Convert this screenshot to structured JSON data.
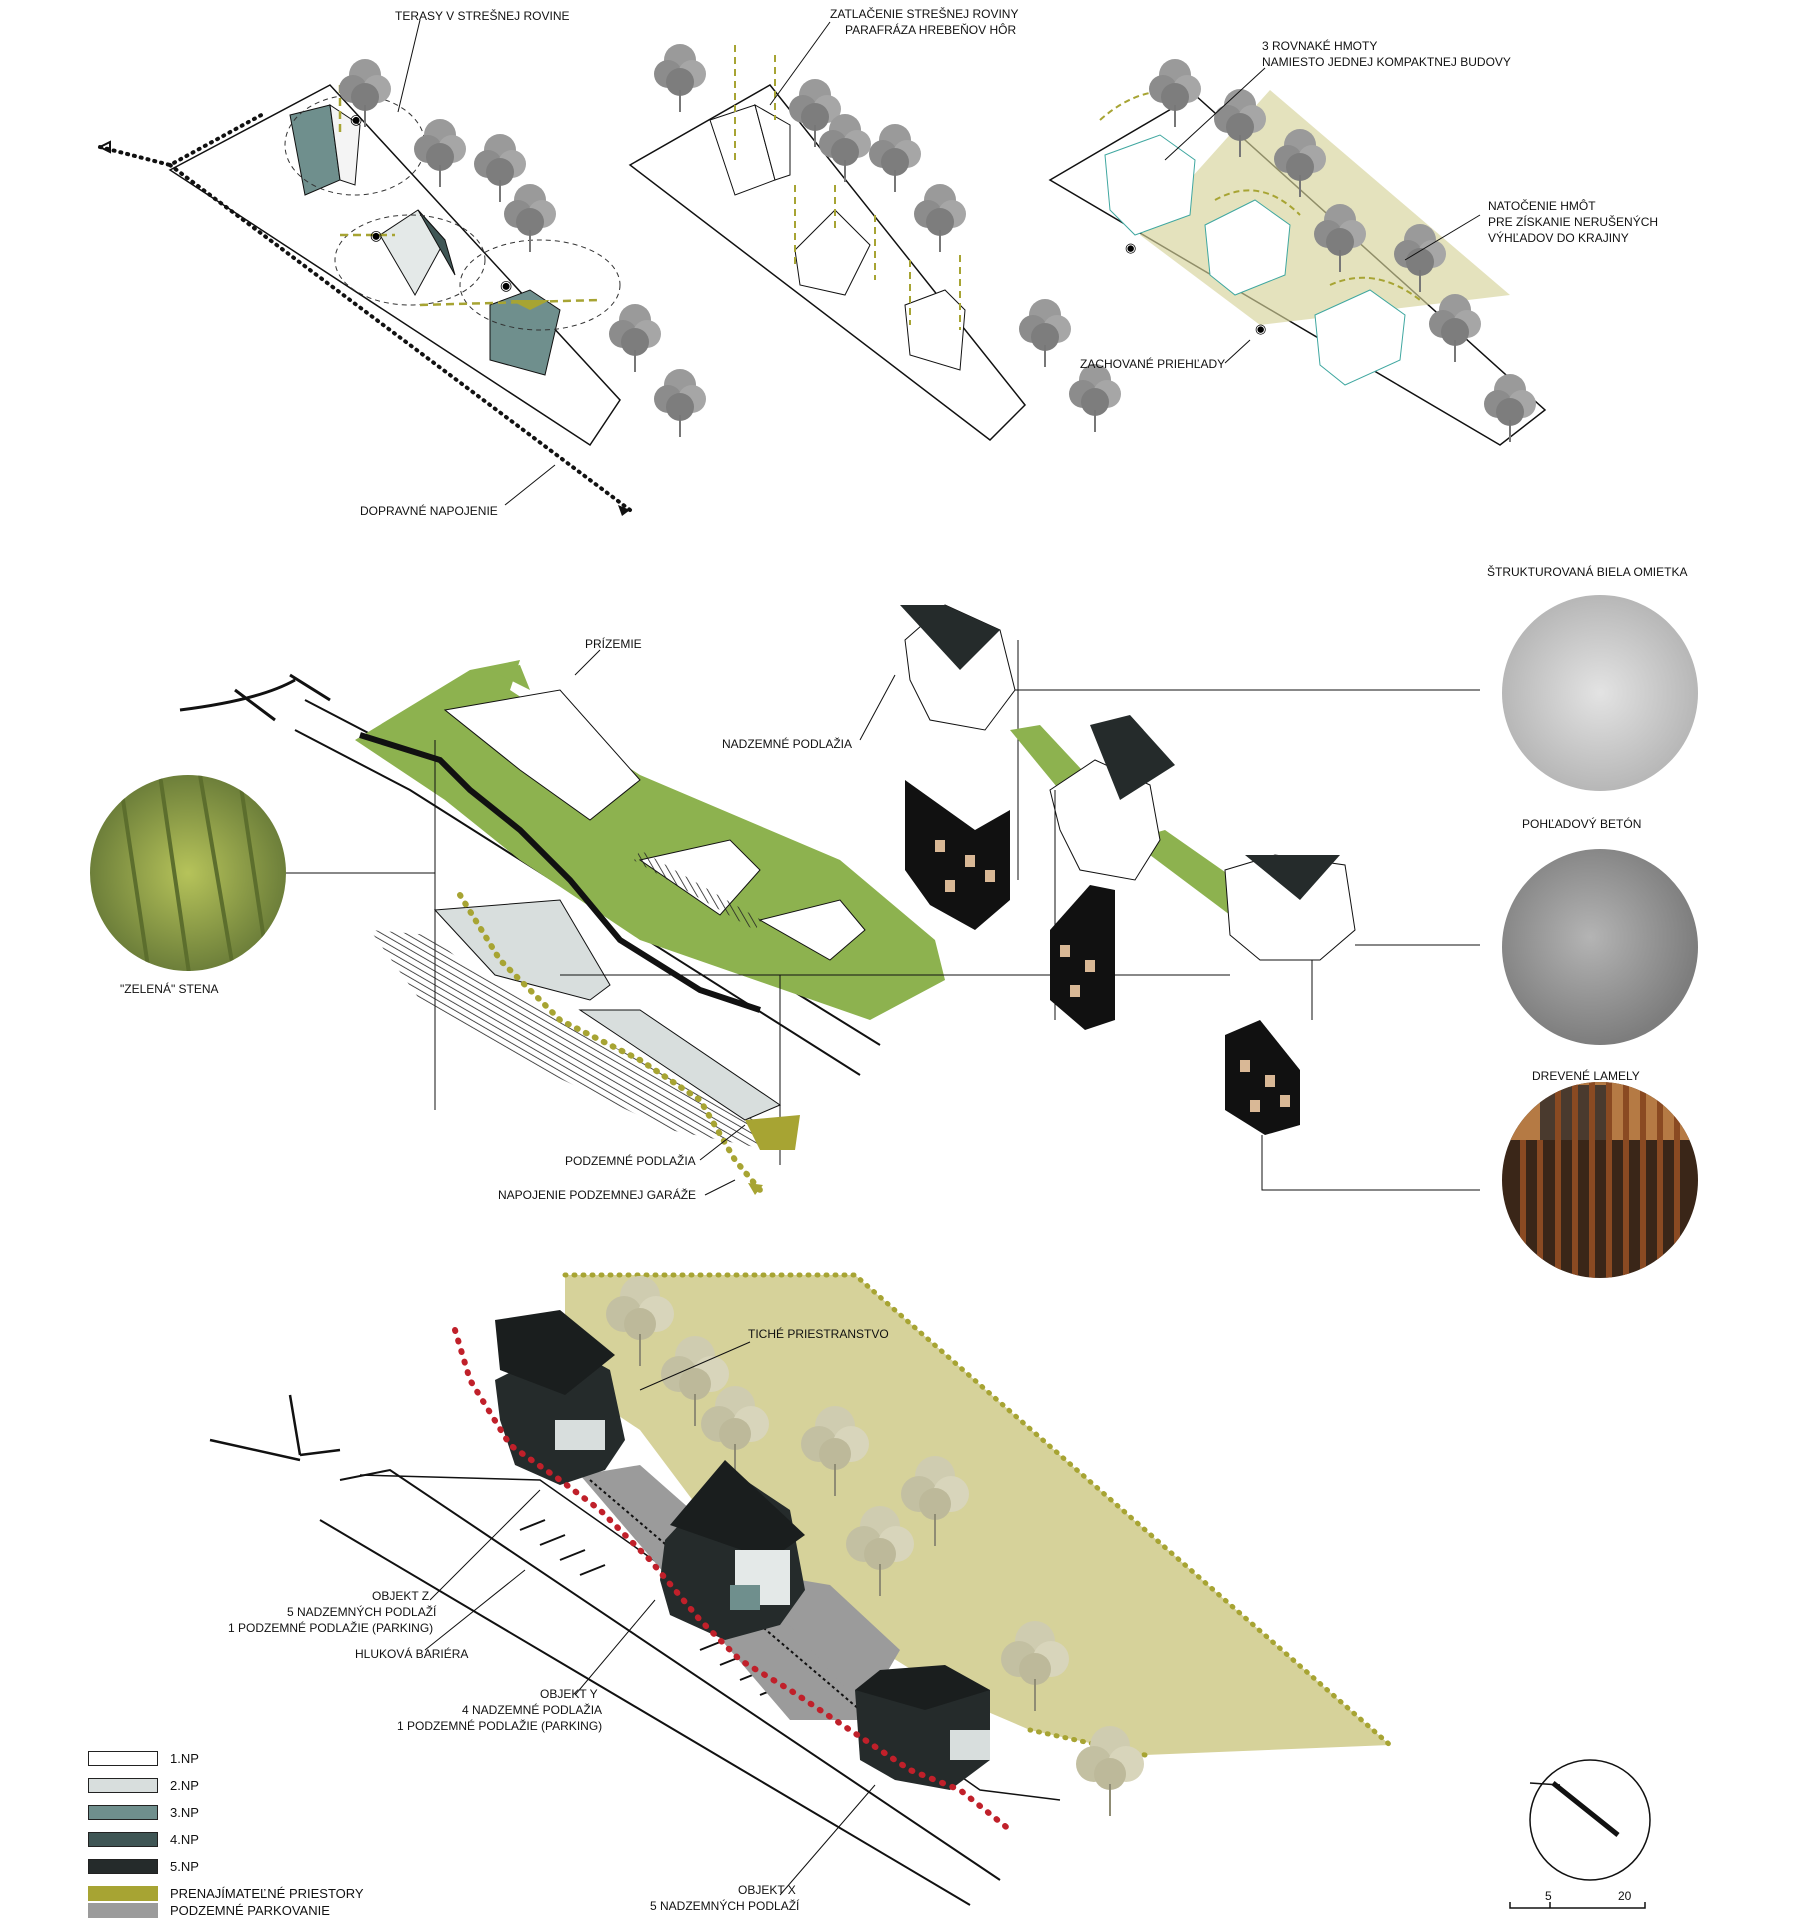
{
  "top_labels": {
    "terraces": "TERASY V STREŠNEJ ROVINE",
    "roof_push_1": "ZATLAČENIE STREŠNEJ ROVINY",
    "roof_push_2": "PARAFRÁZA HREBEŇOV HÔR",
    "masses_1": "3 ROVNAKÉ HMOTY",
    "masses_2": "NAMIESTO JEDNEJ KOMPAKTNEJ BUDOVY",
    "rotation_1": "NATOČENIE HMÔT",
    "rotation_2": "PRE ZÍSKANIE NERUŠENÝCH",
    "rotation_3": "VÝHĽADOV DO KRAJINY",
    "views": "ZACHOVANÉ PRIEHĽADY",
    "traffic": "DOPRAVNÉ NAPOJENIE"
  },
  "middle_labels": {
    "ground": "PRÍZEMIE",
    "above": "NADZEMNÉ PODLAŽIA",
    "underground": "PODZEMNÉ PODLAŽIA",
    "garage": "NAPOJENIE PODZEMNEJ GARÁŽE",
    "green_wall": "\"ZELENÁ\" STENA"
  },
  "materials": [
    {
      "label": "ŠTRUKTUROVANÁ BIELA OMIETKA",
      "color": "#c9c9c9"
    },
    {
      "label": "POHĽADOVÝ BETÓN",
      "color": "#9d9d9d"
    },
    {
      "label": "DREVENÉ LAMELY",
      "color": "#8a4a22"
    }
  ],
  "bottom_labels": {
    "quiet": "TICHÉ PRIESTRANSTVO",
    "objz_1": "OBJEKT Z",
    "objz_2": "5 NADZEMNÝCH PODLAŽÍ",
    "objz_3": "1 PODZEMNÉ PODLAŽIE (PARKING)",
    "noise": "HLUKOVÁ BARIÉRA",
    "objy_1": "OBJEKT Y",
    "objy_2": "4 NADZEMNÉ PODLAŽIA",
    "objy_3": "1 PODZEMNÉ PODLAŽIE (PARKING)",
    "objx_1": "OBJEKT X",
    "objx_2": "5 NADZEMNÝCH PODLAŽÍ"
  },
  "legend": [
    {
      "label": "1.NP",
      "color": "#ffffff"
    },
    {
      "label": "2.NP",
      "color": "#d8dedd"
    },
    {
      "label": "3.NP",
      "color": "#6f8f8d"
    },
    {
      "label": "4.NP",
      "color": "#3f5655"
    },
    {
      "label": "5.NP",
      "color": "#252b2b"
    },
    {
      "label": "PRENAJÍMATEĽNÉ PRIESTORY",
      "color": "#a7a433"
    },
    {
      "label": "PODZEMNÉ PARKOVANIE",
      "color": "#9b9b9b"
    }
  ],
  "scale": {
    "a": "5",
    "b": "20"
  },
  "colors": {
    "green": "#8db24f",
    "olive": "#a7a433",
    "pale_olive": "#d6d29a",
    "red": "#c0202a"
  }
}
